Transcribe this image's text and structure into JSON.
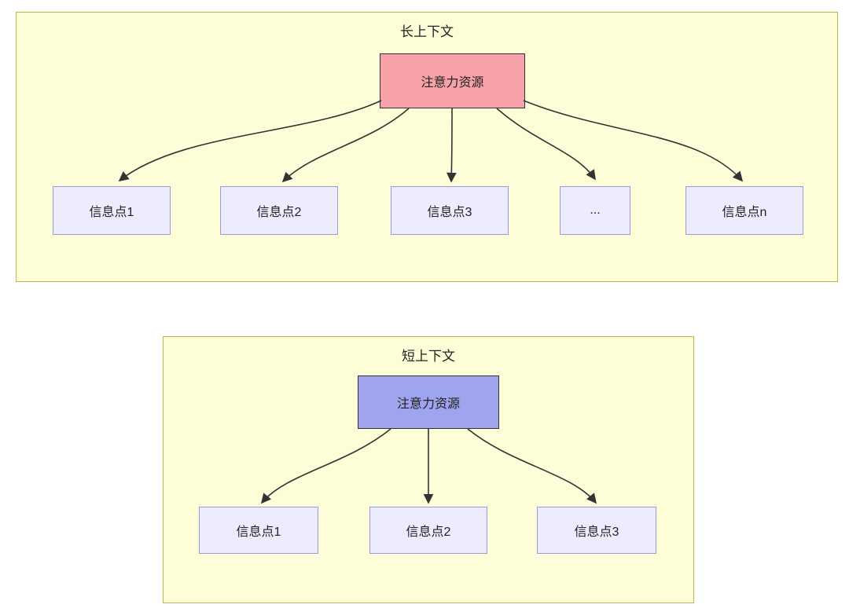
{
  "diagram": {
    "long_context": {
      "title": "长上下文",
      "attention_label": "注意力资源",
      "nodes": [
        "信息点1",
        "信息点2",
        "信息点3",
        "...",
        "信息点n"
      ]
    },
    "short_context": {
      "title": "短上下文",
      "attention_label": "注意力资源",
      "nodes": [
        "信息点1",
        "信息点2",
        "信息点3"
      ]
    },
    "colors": {
      "panel_bg": "#fdfdd8",
      "panel_border": "#b9b94a",
      "node_bg": "#ececfe",
      "node_border": "#9a9ada",
      "attention_long_bg": "#f7a2a9",
      "attention_short_bg": "#9fa4ee",
      "attention_border": "#333333",
      "arrow": "#333333"
    }
  }
}
